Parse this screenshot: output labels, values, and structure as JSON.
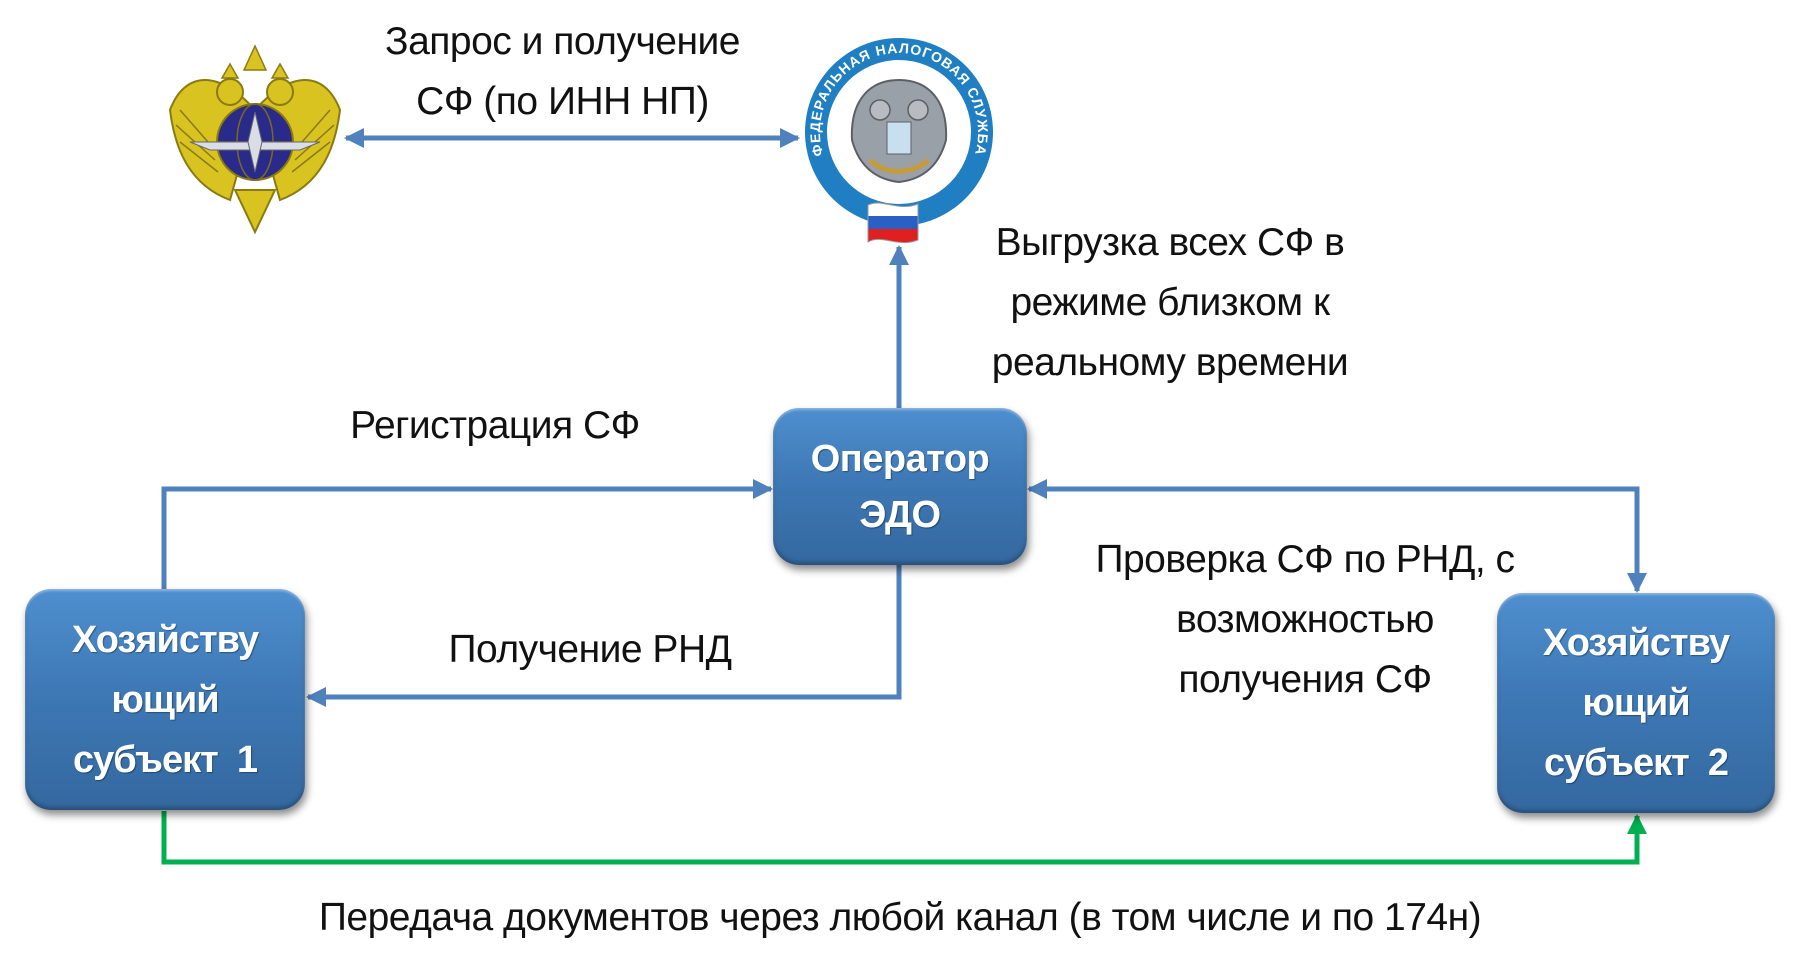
{
  "colors": {
    "flow_arrow": "#4f81bd",
    "document_arrow": "#00b050",
    "node_fill": "#3e79b6",
    "fns_ring": "#1f7fc2"
  },
  "emblems": {
    "ministry": {
      "icon": "double-headed-eagle-emblem"
    },
    "fns": {
      "icon": "fns-emblem",
      "ring_text": "ФЕДЕРАЛЬНАЯ НАЛОГОВАЯ СЛУЖБА"
    }
  },
  "nodes": {
    "operator": {
      "lines": [
        "Оператор",
        "ЭДО"
      ]
    },
    "entity1": {
      "lines": [
        "Хозяйству",
        "ющий",
        "субъект  1"
      ]
    },
    "entity2": {
      "lines": [
        "Хозяйству",
        "ющий",
        "субъект  2"
      ]
    }
  },
  "labels": {
    "request": {
      "lines": [
        "Запрос и получение",
        "СФ (по ИНН НП)"
      ]
    },
    "upload": {
      "lines": [
        "Выгрузка всех СФ в",
        "режиме близком к",
        "реальному времени"
      ]
    },
    "registration": {
      "lines": [
        "Регистрация СФ"
      ]
    },
    "rnd": {
      "lines": [
        "Получение РНД"
      ]
    },
    "check": {
      "lines": [
        "Проверка СФ по РНД, с",
        "возможностью",
        "получения СФ"
      ]
    },
    "transfer": {
      "lines": [
        "Передача документов через любой канал (в том числе и по 174н)"
      ]
    }
  }
}
